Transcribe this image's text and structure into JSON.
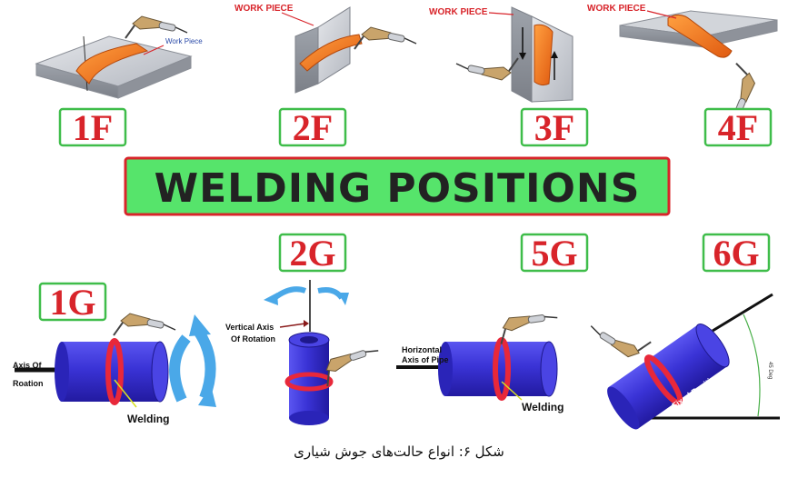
{
  "positions": {
    "p1F": "1F",
    "p2F": "2F",
    "p3F": "3F",
    "p4F": "4F",
    "p1G": "1G",
    "p2G": "2G",
    "p5G": "5G",
    "p6G": "6G"
  },
  "banner": {
    "title": "WELDING POSITIONS"
  },
  "callouts": {
    "work_piece_1f": "Work Piece",
    "work_piece_2f": "WORK PIECE",
    "work_piece_3f": "WORK PIECE",
    "work_piece_4f": "WORK PIECE",
    "axis_of_rotation_l1": "Axis Of",
    "axis_of_rotation_l2": "Roation",
    "welding_1g": "Welding",
    "vertical_axis_l1": "Vertical Axis",
    "vertical_axis_l2": "Of Rotation",
    "horizontal_axis_l1": "Horizontal",
    "horizontal_axis_l2": "Axis of Pipe",
    "welding_5g": "Welding",
    "fixed_position": "Fixed Position",
    "deg_45": "45 Deg"
  },
  "caption": "شکل ۶: انواع حالت‌های جوش شیاری",
  "colors": {
    "label_red": "#d8242a",
    "box_green": "#3fbd4a",
    "banner_green": "#56e46b",
    "banner_border": "#d8242a",
    "pipe_blue": "#3a33d6",
    "weld_orange": "#f07a1c",
    "weld_ring_red": "#e8283a",
    "plate_gray": "#b8bcc4",
    "rotation_arrow_blue": "#4aa8e8"
  },
  "icons": [
    "welding-torch-icon",
    "rotation-arrow-icon"
  ]
}
